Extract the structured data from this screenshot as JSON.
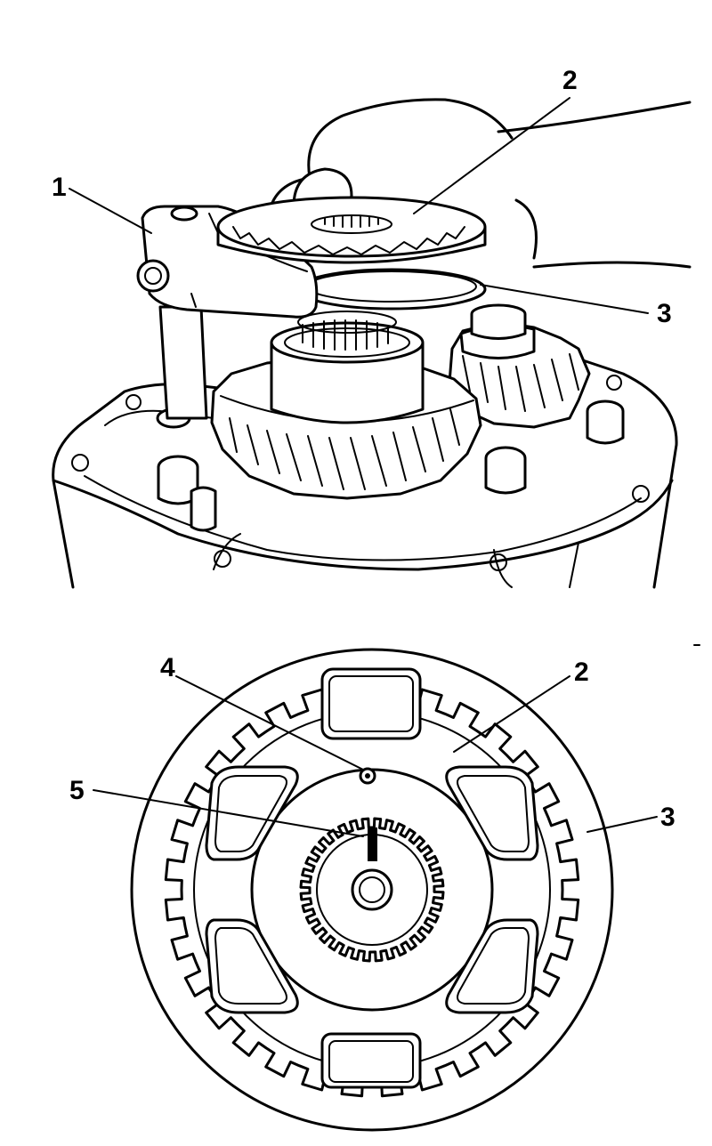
{
  "figure": {
    "top_view": {
      "callouts": {
        "c1": "1",
        "c2": "2",
        "c3": "3"
      }
    },
    "bottom_view": {
      "callouts": {
        "c2": "2",
        "c3": "3",
        "c4": "4",
        "c5": "5"
      }
    }
  }
}
